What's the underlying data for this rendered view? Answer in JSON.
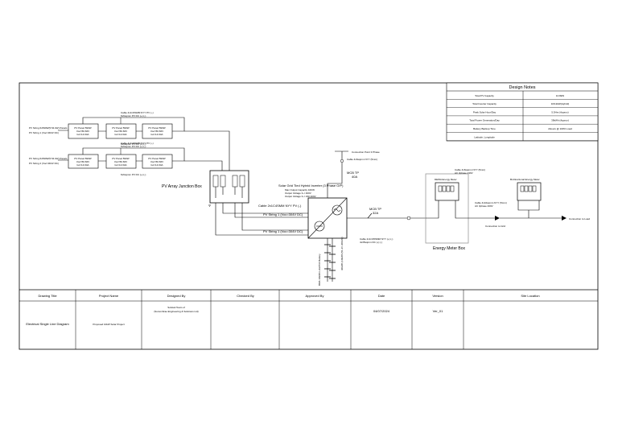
{
  "design_notes": {
    "title": "Design Notes",
    "rows": [
      {
        "label": "Total PV Capacity",
        "value": "10.8kW"
      },
      {
        "label": "Total Inverter Capacity",
        "value": "10/12kW(Hybrid)"
      },
      {
        "label": "Peak Solar Hour/Day",
        "value": "5.5Hrs (Approx)"
      },
      {
        "label": "Total Power Generation/Day",
        "value": "39kWh (Approx)"
      },
      {
        "label": "Battery Backup Time",
        "value": "2Hours @ 100% Load"
      },
      {
        "label": "Latitude, Longitude",
        "value": ""
      }
    ]
  },
  "strings": {
    "string1_label_a": "PV String 6x590W(5.54 kW) Panels",
    "string1_label_b": "PV String 1 (Voc=304V DC)",
    "string2_label_a": "PV String 6x590W(5.54 kW) Panels",
    "string2_label_b": "PV String 2 (Voc=304V DC)",
    "panel_lines": [
      "PV Panel 590W",
      "Voc=50.66V",
      "Isc=14.64A"
    ],
    "cable_top_1": "Cable 4x1C6SMM NYY PV (–)",
    "cable_top_2": "6x6sqmm PV DC (+) (-)",
    "cable_mid_1": "Cable 4x1C6SMM NYY PV (–)",
    "cable_mid_2": "6x6sqmm PV DC (+) (-)"
  },
  "junction_box": {
    "label": "PV Array Junction Box"
  },
  "inverter": {
    "lines": [
      "Solar Grid Tied Hybrid Inverter (3 Phase O/P)",
      "Max Output Capacity 10KW",
      "Output Voltage 3~/ 400V",
      "Output Voltage 3~/ 230 400V"
    ],
    "cable_label": "Cable 2x1C4SMM NYY PV (-)",
    "string1_in": "PV String 1 (Voc=304V DC)",
    "string2_in": "PV String 1 (Voc=304V DC)"
  },
  "upper_branch": {
    "cable_1": "Connection Point 3 Phase",
    "cable_2": "Cable 4x6sqmm NYY (5mm)",
    "mcb_label": "MCB TP",
    "mcb_rating": "40A"
  },
  "main_line": {
    "mcb_label": "MCB TP",
    "mcb_rating": "32A"
  },
  "meter_box": {
    "cable_1": "Cable 4x6sqmm NYY (5mm)",
    "cable_2": "AC 3phase 230V",
    "meter1_label": "DEWA Energy Meter",
    "meter2_label": "Bi-Directional Energy Meter",
    "cable_3": "Cable 4x10sqmm NYY (5mm)",
    "cable_4": "AC 3phase 400V",
    "box_label": "Energy Meter Box",
    "load_label": "Connection to Load",
    "to_grid_label": "Connection to Grid"
  },
  "battery": {
    "label": "BMS 10kWh LiFePO4 Battery",
    "side_label": "30kWh  (10kWh (51.2V 200Ah))",
    "cable_1": "Cable 2x1C35SMM NYY (+) (-)",
    "cable_2": "4x35sqmm DC (+) (-)"
  },
  "title_block": {
    "headers": [
      "Drawing Title",
      "Project Name",
      "Designed By",
      "Checked By",
      "Approved By",
      "Date",
      "Version",
      "Site Location"
    ],
    "values": [
      "Electrical Single Line Diagram",
      "Proposed 10kW Solar Project",
      "Solutek Team of\n(Sunumbrae Engineering & Solutions Ltd)",
      "",
      "",
      "04/07/2024",
      "Ver_01",
      ""
    ]
  }
}
